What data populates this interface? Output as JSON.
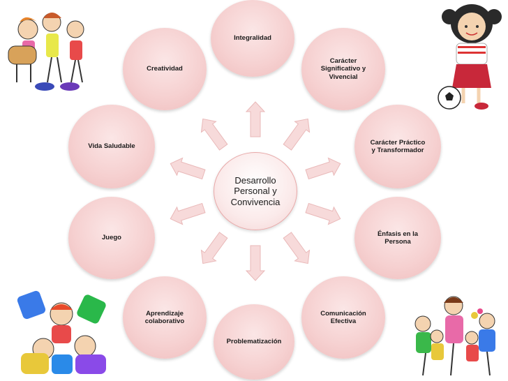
{
  "center": {
    "label": "Desarrollo\nPersonal y\nConvivencia"
  },
  "nodes": [
    {
      "id": "integralidad",
      "label": "Integralidad"
    },
    {
      "id": "caracter-significativo",
      "label": "Carácter\nSignificativo y\nVivencial"
    },
    {
      "id": "caracter-practico",
      "label": "Carácter Práctico\ny Transformador"
    },
    {
      "id": "enfasis-persona",
      "label": "Énfasis en la\nPersona"
    },
    {
      "id": "comunicacion-efectiva",
      "label": "Comunicación\nEfectiva"
    },
    {
      "id": "problematizacion",
      "label": "Problematización"
    },
    {
      "id": "aprendizaje-colaborativo",
      "label": "Aprendizaje\ncolaborativo"
    },
    {
      "id": "juego",
      "label": "Juego"
    },
    {
      "id": "vida-saludable",
      "label": "Vida Saludable"
    },
    {
      "id": "creatividad",
      "label": "Creatividad"
    }
  ],
  "colors": {
    "node_fill": "#f6d1d1",
    "arrow_fill": "#f7dada",
    "arrow_stroke": "#e9b8b8",
    "center_border": "#e8a8a8"
  },
  "decorations": [
    "children-cartoon-top-left",
    "girl-with-ball-top-right",
    "children-playing-bottom-left",
    "children-group-bottom-right"
  ]
}
